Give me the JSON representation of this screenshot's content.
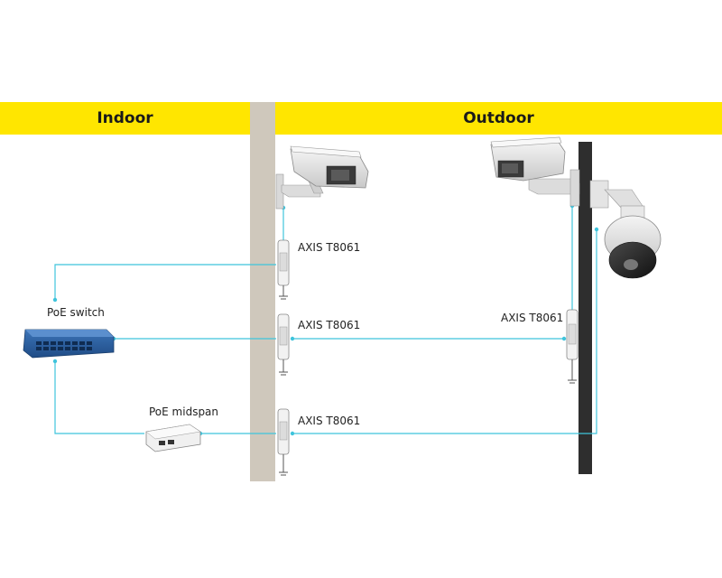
{
  "zones": {
    "indoor_label": "Indoor",
    "outdoor_label": "Outdoor"
  },
  "devices": {
    "poe_switch_label": "PoE switch",
    "poe_midspan_label": "PoE midspan",
    "protector_top_label": "AXIS T8061",
    "protector_middle_label": "AXIS T8061",
    "protector_bottom_label": "AXIS T8061",
    "protector_remote_label": "AXIS T8061"
  },
  "colors": {
    "banner": "#ffe600",
    "cable": "#3fc4dc",
    "wall": "#cfc8bc",
    "pole": "#2e2e2e"
  }
}
